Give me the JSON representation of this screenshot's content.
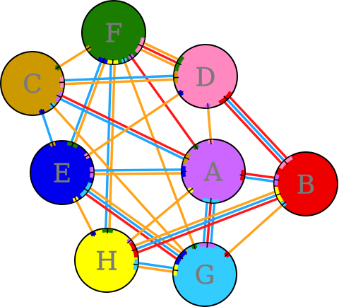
{
  "colors": {
    "orange": "#ffa31a",
    "blue": "#1ea7ff",
    "red": "#ff1a1a",
    "node_label": "#7a7a7a",
    "outline": "#000000"
  },
  "nodes": [
    {
      "id": "F",
      "label": "F",
      "fill": "#1a7d00"
    },
    {
      "id": "C",
      "label": "C",
      "fill": "#cc9900"
    },
    {
      "id": "D",
      "label": "D",
      "fill": "#ff88c0"
    },
    {
      "id": "E",
      "label": "E",
      "fill": "#0000ee"
    },
    {
      "id": "A",
      "label": "A",
      "fill": "#cc66ff"
    },
    {
      "id": "B",
      "label": "B",
      "fill": "#ee0000"
    },
    {
      "id": "H",
      "label": "H",
      "fill": "#ffff00"
    },
    {
      "id": "G",
      "label": "G",
      "fill": "#33ccff"
    }
  ],
  "edges": [
    {
      "from": "F",
      "to": "C",
      "colors": [
        "orange"
      ]
    },
    {
      "from": "F",
      "to": "D",
      "colors": [
        "orange",
        "red",
        "orange"
      ]
    },
    {
      "from": "F",
      "to": "E",
      "colors": [
        "orange",
        "blue"
      ]
    },
    {
      "from": "F",
      "to": "H",
      "colors": [
        "orange",
        "blue"
      ]
    },
    {
      "from": "F",
      "to": "G",
      "colors": [
        "orange"
      ]
    },
    {
      "from": "F",
      "to": "A",
      "colors": [
        "red"
      ]
    },
    {
      "from": "C",
      "to": "D",
      "colors": [
        "blue",
        "orange"
      ]
    },
    {
      "from": "C",
      "to": "E",
      "colors": [
        "blue"
      ]
    },
    {
      "from": "C",
      "to": "A",
      "colors": [
        "red",
        "blue"
      ]
    },
    {
      "from": "C",
      "to": "G",
      "colors": [
        "orange"
      ]
    },
    {
      "from": "D",
      "to": "E",
      "colors": [
        "orange"
      ]
    },
    {
      "from": "D",
      "to": "A",
      "colors": [
        "orange"
      ]
    },
    {
      "from": "D",
      "to": "B",
      "colors": [
        "red",
        "blue",
        "red"
      ]
    },
    {
      "from": "E",
      "to": "A",
      "colors": [
        "blue",
        "orange"
      ]
    },
    {
      "from": "E",
      "to": "H",
      "colors": [
        "orange"
      ]
    },
    {
      "from": "E",
      "to": "G",
      "colors": [
        "orange",
        "blue",
        "red"
      ]
    },
    {
      "from": "A",
      "to": "B",
      "colors": [
        "red",
        "blue"
      ]
    },
    {
      "from": "A",
      "to": "G",
      "colors": [
        "blue",
        "red",
        "blue"
      ]
    },
    {
      "from": "A",
      "to": "H",
      "colors": [
        "orange"
      ]
    },
    {
      "from": "B",
      "to": "H",
      "colors": [
        "red",
        "blue",
        "orange"
      ]
    },
    {
      "from": "B",
      "to": "G",
      "colors": [
        "orange"
      ]
    },
    {
      "from": "H",
      "to": "G",
      "colors": [
        "blue",
        "orange"
      ]
    }
  ]
}
